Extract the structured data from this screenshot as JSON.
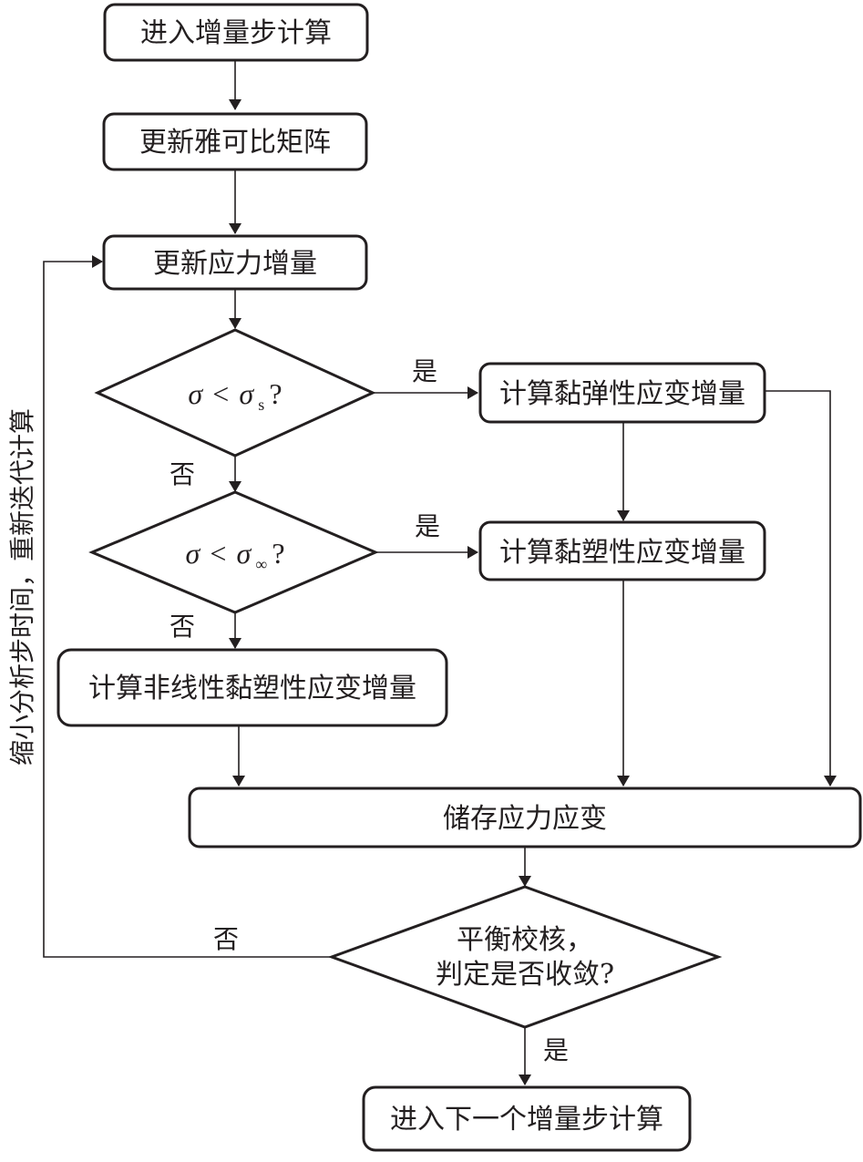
{
  "nodes": {
    "start": "进入增量步计算",
    "update_jacobian": "更新雅可比矩阵",
    "update_stress": "更新应力增量",
    "decision_1": {
      "lhs": "σ",
      "op": "<",
      "rhs": "σ",
      "sub": "s",
      "q": "?"
    },
    "viscoelastic": "计算黏弹性应变增量",
    "decision_2": {
      "lhs": "σ",
      "op": "<",
      "rhs": "σ",
      "sub": "∞",
      "q": "?"
    },
    "viscoplastic": "计算黏塑性应变增量",
    "nonlinear_viscoplastic": "计算非线性黏塑性应变增量",
    "store": "储存应力应变",
    "equilibrium": {
      "line1": "平衡校核，",
      "line2": "判定是否收敛?"
    },
    "next_step": "进入下一个增量步计算"
  },
  "edge_labels": {
    "d1_yes": "是",
    "d1_no": "否",
    "d2_yes": "是",
    "d2_no": "否",
    "eq_no": "否",
    "eq_yes": "是"
  },
  "loop_label": "缩小分析步时间，重新迭代计算"
}
